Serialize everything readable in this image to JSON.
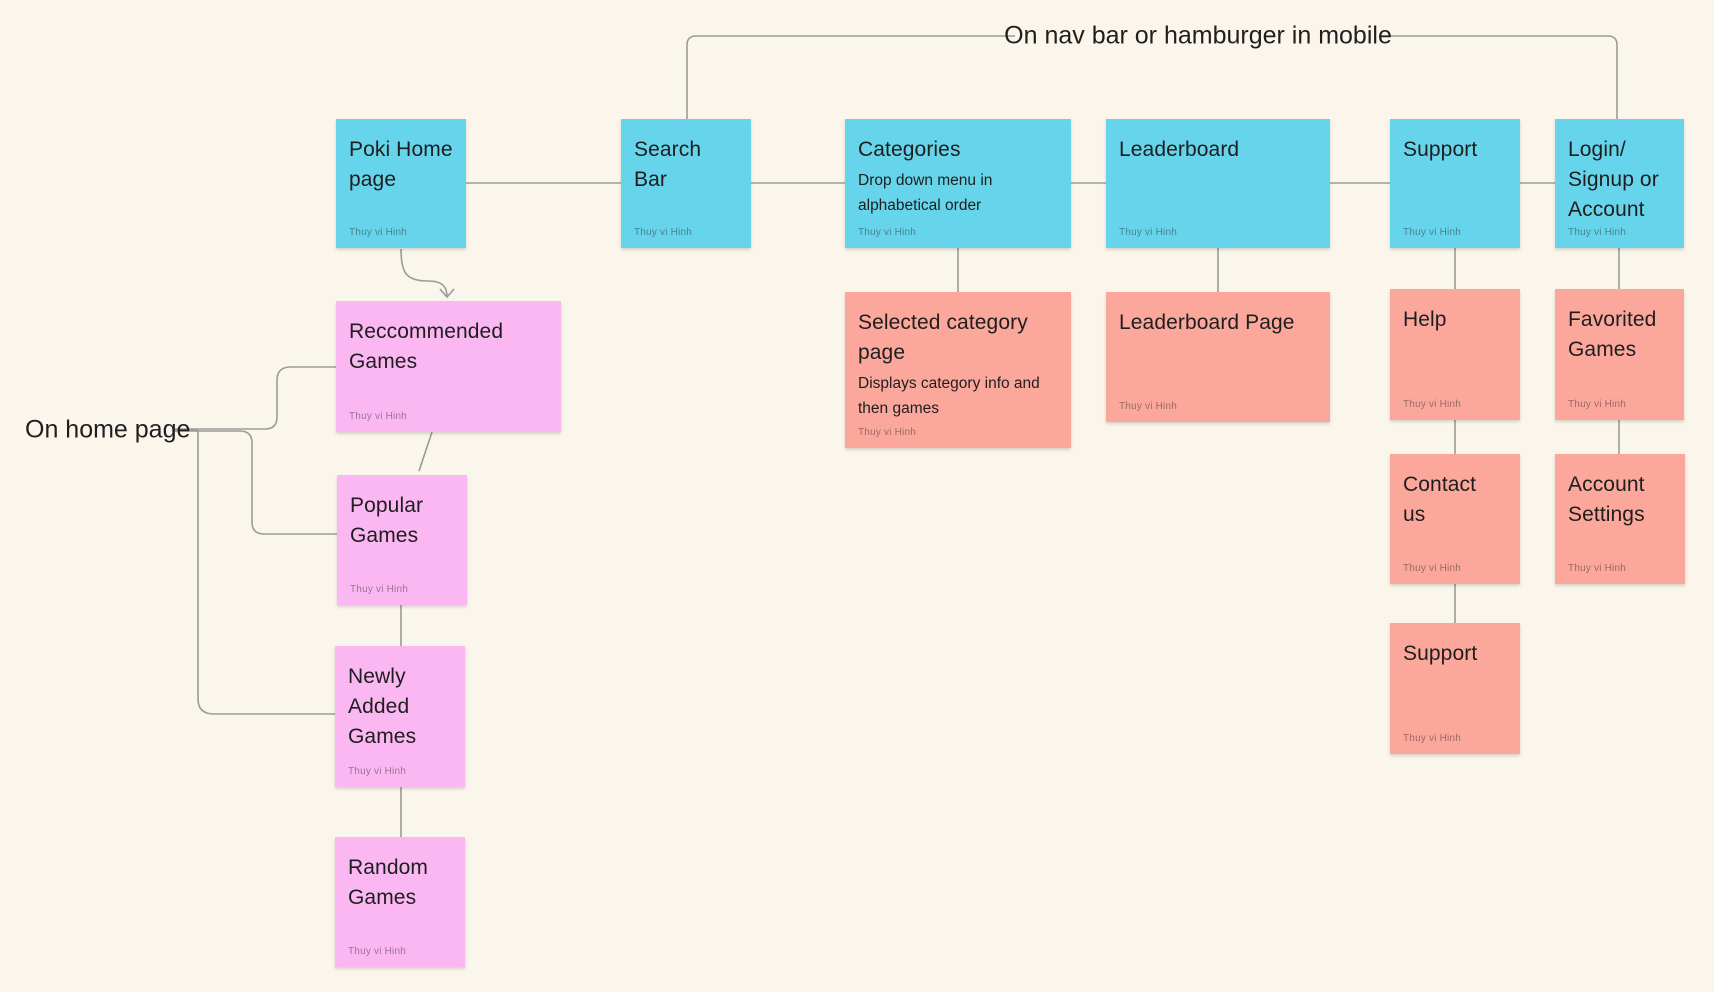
{
  "app": {
    "background": "#FAF6EC",
    "connector_color": "#9B9B9B"
  },
  "colors": {
    "blue": "#66D4EA",
    "pink": "#FBB7F1",
    "salmon": "#FBA79C"
  },
  "labels": {
    "nav_note": "On nav bar or hamburger in mobile",
    "home_note": "On home page"
  },
  "attribution": "Thuy vi Hinh",
  "notes": {
    "poki": {
      "title": "Poki Home\npage"
    },
    "search": {
      "title": "Search\nBar"
    },
    "categories": {
      "title": "Categories",
      "body": "Drop down menu in\nalphabetical order"
    },
    "leaderboard": {
      "title": "Leaderboard"
    },
    "support_nav": {
      "title": "Support"
    },
    "login": {
      "title": "Login/\nSignup or\nAccount"
    },
    "selected": {
      "title": "Selected category\npage",
      "body": "Displays category info and\nthen games"
    },
    "leaderboard_page": {
      "title": "Leaderboard Page"
    },
    "help": {
      "title": "Help"
    },
    "favorited": {
      "title": "Favorited\nGames"
    },
    "contact": {
      "title": "Contact\nus"
    },
    "account": {
      "title": "Account\nSettings"
    },
    "support_sub": {
      "title": "Support"
    },
    "reccommended": {
      "title": "Reccommended\nGames"
    },
    "popular": {
      "title": "Popular\nGames"
    },
    "newly": {
      "title": "Newly\nAdded\nGames"
    },
    "random": {
      "title": "Random\nGames"
    }
  }
}
